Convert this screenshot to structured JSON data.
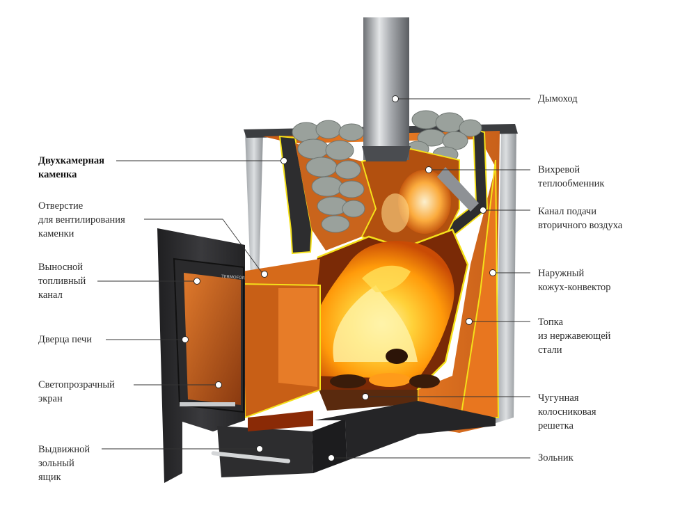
{
  "labels": {
    "left": {
      "kamenka": "Двухкамерная\nкаменка",
      "ventilation": "Отверстие\nдля вентилирования\nкаменки",
      "fuel_channel": "Выносной\nтопливный\nканал",
      "door": "Дверца печи",
      "screen": "Светопрозрачный\nэкран",
      "ash_drawer": "Выдвижной\nзольный\nящик"
    },
    "right": {
      "chimney": "Дымоход",
      "heat_exchanger": "Вихревой\nтеплообменник",
      "secondary_air": "Канал подачи\nвторичного воздуха",
      "casing": "Наружный\nкожух-конвектор",
      "firebox": "Топка\nиз нержавеющей\nстали",
      "grate": "Чугунная\nколосниковая\nрешетка",
      "ash_pit": "Зольник"
    }
  },
  "stove_brand": "TERMOFOR",
  "colors": {
    "orange": "#e8761f",
    "orange_dark": "#b9500f",
    "yellow_outline": "#f5e11a",
    "steel": "#b9bcbf",
    "dark_metal": "#2c2c2e",
    "flame": "#ffb300",
    "stone": "#9aa19c"
  }
}
